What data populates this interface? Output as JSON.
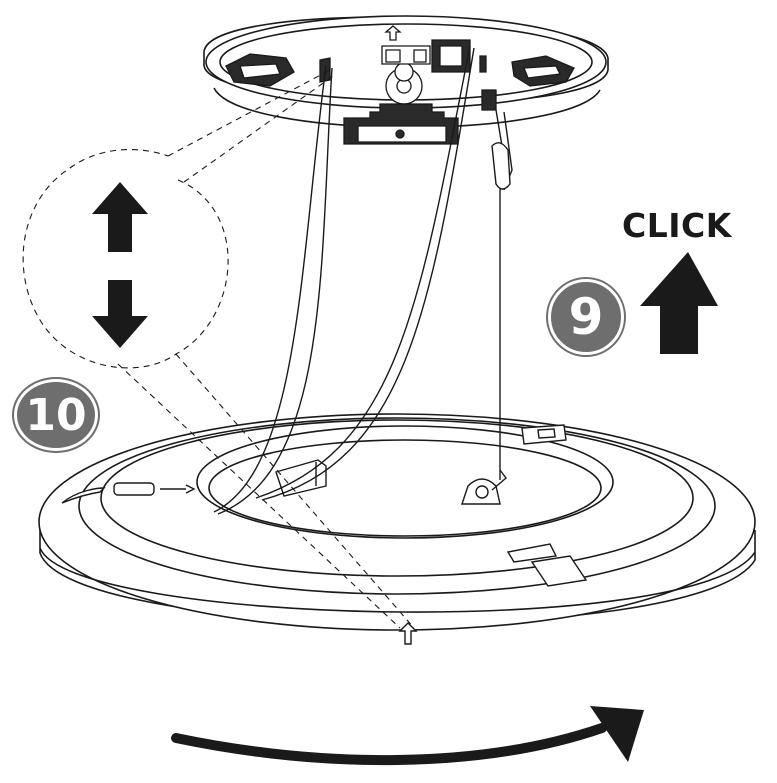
{
  "labels": {
    "click": "CLICK",
    "step_9": "9",
    "step_10": "10"
  },
  "colors": {
    "badge": "#6e6e6e",
    "arrow": "#1a1a1a",
    "line": "#1a1a1a"
  },
  "icons": [
    "up-arrow-icon",
    "down-arrow-icon",
    "rotate-arrow-icon",
    "small-up-arrow-icon"
  ]
}
